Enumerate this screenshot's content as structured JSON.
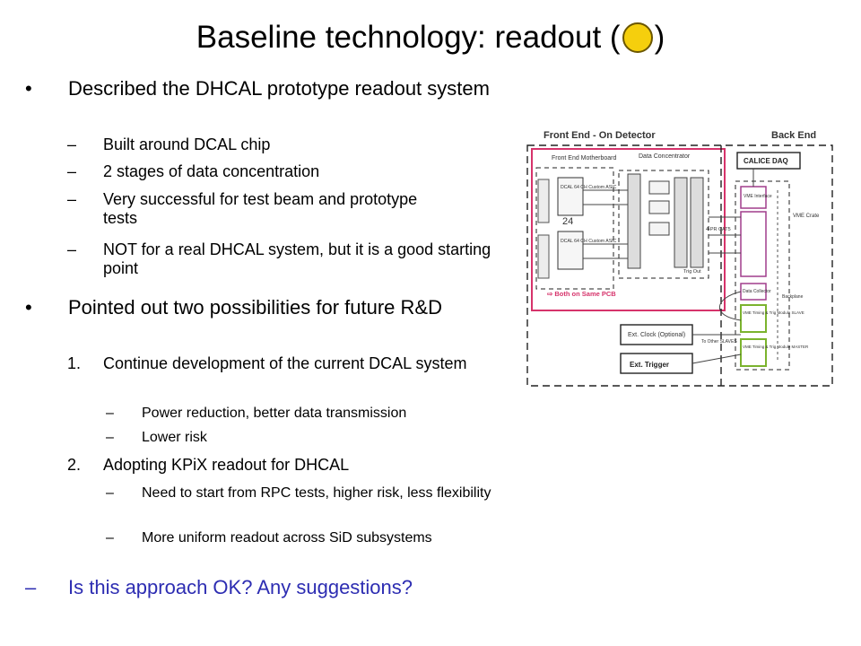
{
  "slide": {
    "title_before": "Baseline technology: readout (",
    "title_after": ")",
    "bullets": [
      {
        "marker": "•",
        "text": "Described the DHCAL prototype readout system"
      },
      {
        "marker": "–",
        "text": "Built around DCAL chip"
      },
      {
        "marker": "–",
        "text": "2 stages of data concentration"
      },
      {
        "marker": "–",
        "text": "Very successful for test beam and prototype tests"
      },
      {
        "marker": "–",
        "text": "NOT for a real DHCAL system, but it is a good starting point"
      },
      {
        "marker": "•",
        "text": "Pointed out two possibilities for future R&D"
      },
      {
        "marker": "1.",
        "text": "Continue development of the current DCAL system"
      },
      {
        "marker": "–",
        "text": "Power reduction, better data transmission"
      },
      {
        "marker": "–",
        "text": "Lower risk"
      },
      {
        "marker": "2.",
        "text": "Adopting KPiX readout for DHCAL"
      },
      {
        "marker": "–",
        "text": "Need to start from RPC tests, higher risk, less flexibility"
      },
      {
        "marker": "–",
        "text": "More uniform readout across SiD subsystems"
      },
      {
        "marker": "–",
        "text": "Is this approach OK?  Any suggestions?"
      }
    ]
  },
  "diagram": {
    "front_end_label": "Front End - On Detector",
    "back_end_label": "Back End",
    "front_end_motherboard": "Front End Motherboard",
    "data_concentrator": "Data Concentrator",
    "dcal_chip_label": "DCAL 64 CH Custom ASIC",
    "chip_count": "24",
    "calice_daq": "CALICE DAQ",
    "vme_interface": "VME Interface",
    "vme_crate": "VME Crate",
    "data_collector": "Data Collector",
    "both_same_pcb": "⇨ Both on Same PCB",
    "ext_clock": "Ext. Clock (Optional)",
    "ext_trigger": "Ext. Trigger",
    "timing_slave": "VME Timing & Trig Module SLAVE",
    "timing_master": "VME Timing & Trig Module MASTER",
    "cat5": "4-PR CAT5",
    "trig_out": "Trig Out",
    "to_other_slaves": "To Other SLAVES",
    "backplane": "Backplane"
  },
  "colors": {
    "dot_fill": "#f5cf0d",
    "question_text": "#2d2db2",
    "front_end_border": "#d6336b",
    "vme_module": "#7bb32e",
    "data_collector_border": "#a03d8c"
  }
}
